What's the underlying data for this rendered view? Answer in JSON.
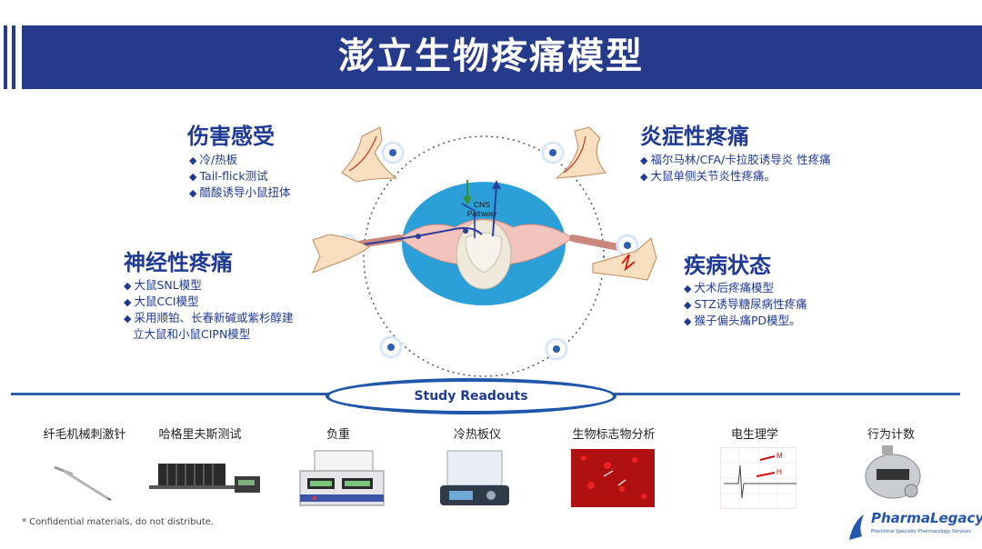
{
  "title": "澎立生物疼痛模型",
  "categories": {
    "nociception": {
      "title": "伤害感受",
      "items": [
        "冷/热板",
        "Tail-flick测试",
        "醋酸诱导小鼠扭体"
      ]
    },
    "inflammatory": {
      "title": "炎症性疼痛",
      "items": [
        "福尔马林/CFA/卡拉胶诱导炎 性疼痛",
        "大鼠单侧关节炎性疼痛。"
      ]
    },
    "neuropathic": {
      "title": "神经性疼痛",
      "items": [
        "大鼠SNL模型",
        "大鼠CCI模型",
        "采用顺铂、长春新碱或紫杉醇建"
      ],
      "item_cont": "立大鼠和小鼠CIPN模型"
    },
    "disease": {
      "title": "疾病状态",
      "items": [
        "犬术后疼痛模型",
        "STZ诱导糖尿病性疼痛",
        "猴子偏头痛PD模型。"
      ]
    }
  },
  "center": {
    "label_line1": "CNS",
    "label_line2": "Pathway"
  },
  "readouts": {
    "title": "Study Readouts",
    "tools": [
      {
        "label": "纤毛机械刺激针"
      },
      {
        "label": "哈格里夫斯测试"
      },
      {
        "label": "负重"
      },
      {
        "label": "冷热板仪"
      },
      {
        "label": "生物标志物分析"
      },
      {
        "label": "电生理学"
      },
      {
        "label": "行为计数"
      }
    ],
    "ephys_marks": {
      "m": "M",
      "h": "H"
    }
  },
  "footnote": "* Confidential materials, do not distribute.",
  "logo": {
    "name": "PharmaLegacy",
    "tagline": "Preclinical Specialty Pharmacology Services"
  },
  "colors": {
    "banner": "#263a8c",
    "text_blue": "#1f3a93",
    "accent_blue": "#2d5fa8"
  }
}
